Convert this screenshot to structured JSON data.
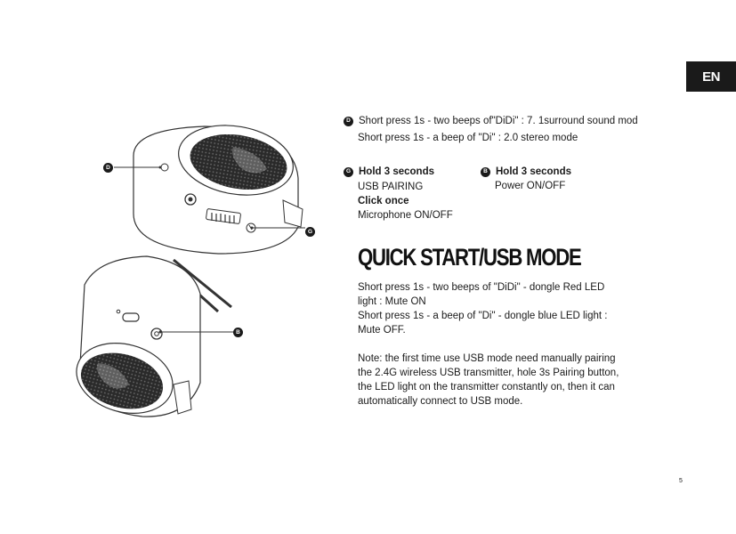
{
  "lang_tab": "EN",
  "labels": {
    "d": "D",
    "g": "G",
    "b": "B"
  },
  "section_d": {
    "line1": "Short press 1s - two beeps of\"DiDi\" : 7. 1surround sound mod",
    "line2": "Short press 1s - a beep of \"Di\" : 2.0 stereo mode"
  },
  "section_g": {
    "title1": "Hold 3 seconds",
    "text1": "USB PAIRING",
    "title2": "Click once",
    "text2": "Microphone ON/OFF"
  },
  "section_b": {
    "title": "Hold 3 seconds",
    "text": "Power ON/OFF"
  },
  "heading": "QUICK START/USB MODE",
  "usb_mode": {
    "l1": "Short press 1s - two beeps of \"DiDi\" - dongle Red LED",
    "l2": "light : Mute ON",
    "l3": "Short press 1s - a beep of \"Di\" - dongle blue LED light :",
    "l4": "Mute OFF."
  },
  "note": {
    "l1": "Note: the first time use USB mode need manually pairing",
    "l2": "the 2.4G wireless USB transmitter, hole 3s Pairing button,",
    "l3": "the LED light on the transmitter constantly on, then it can",
    "l4": "automatically connect to USB mode."
  },
  "page_number": "5"
}
